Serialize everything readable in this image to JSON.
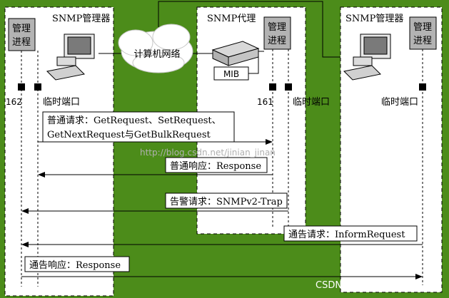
{
  "colors": {
    "background": "#4c8c1a",
    "process": "#b3b3b3"
  },
  "manager1": {
    "title": "SNMP管理器",
    "process": [
      "管理",
      "进程"
    ],
    "port_standard": "162",
    "port_temp": "临时端口"
  },
  "agent": {
    "title": "SNMP代理",
    "process": [
      "管理",
      "进程"
    ],
    "mib": "MIB",
    "port": "161",
    "port_temp": "临时端口"
  },
  "manager2": {
    "title": "SNMP管理器",
    "process": [
      "管理",
      "进程"
    ],
    "port_temp": "临时端口"
  },
  "network": {
    "label": "计算机网络"
  },
  "messages": {
    "request_line1": "普通请求：GetRequest、SetRequest、",
    "request_line2": "GetNextRequest与GetBulkRequest",
    "response": "普通响应：Response",
    "trap": "告警请求：SNMPv2-Trap",
    "inform": "通告请求：InformRequest",
    "inform_response": "通告响应：Response"
  },
  "watermark": "http://blog.csdn.net/jinian_jinan",
  "brand": "CSDN @MichaelCoCoQ"
}
